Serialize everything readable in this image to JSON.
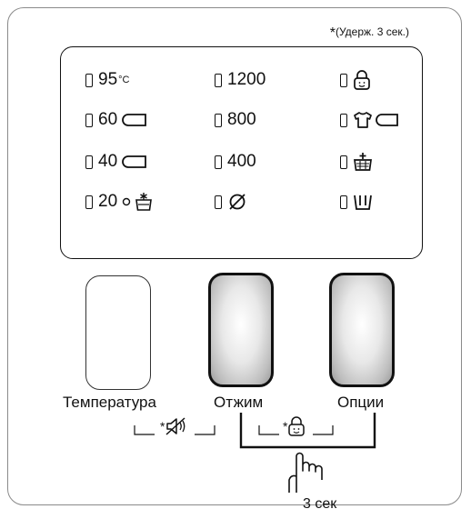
{
  "hold_note": {
    "star": "*",
    "text": "(Удерж. 3 сек.)"
  },
  "display": {
    "temperature": [
      {
        "value": "95",
        "unit": "°C",
        "symbol": "none"
      },
      {
        "value": "60",
        "symbol": "flat-oval-icon"
      },
      {
        "value": "40",
        "symbol": "flat-oval-icon"
      },
      {
        "value": "20",
        "symbol": "circle-and-tub-snowflake-icon"
      }
    ],
    "spin": [
      {
        "value": "1200"
      },
      {
        "value": "800"
      },
      {
        "value": "400"
      },
      {
        "value": "",
        "symbol": "no-spin-icon"
      }
    ],
    "options": [
      {
        "symbol": "child-lock-icon"
      },
      {
        "symbol": "shirt-with-oval-icon"
      },
      {
        "symbol": "tub-plus-icon"
      },
      {
        "symbol": "tub-icon"
      }
    ]
  },
  "buttons": [
    {
      "label": "Температура",
      "style": "plain"
    },
    {
      "label": "Отжим",
      "style": "shaded"
    },
    {
      "label": "Опции",
      "style": "shaded"
    }
  ],
  "hints": {
    "mute": {
      "star": "*",
      "icon": "mute-speaker-icon"
    },
    "lock": {
      "star": "*",
      "icon": "child-lock-icon"
    },
    "hold_duration": "3 сек"
  },
  "colors": {
    "line": "#111111",
    "frame": "#8a8a8a",
    "button_shade": "#bdbdbd"
  }
}
